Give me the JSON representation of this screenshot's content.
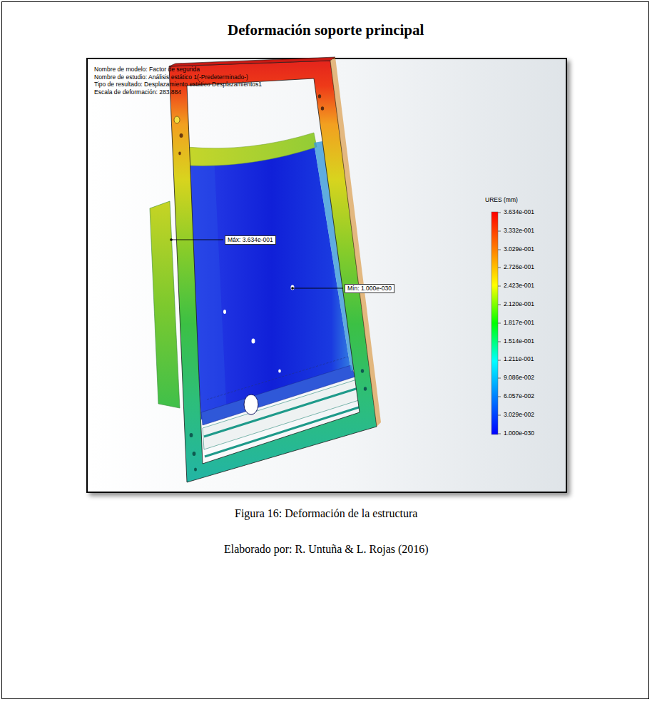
{
  "diagram": {
    "title": "Deformación soporte principal",
    "caption": "Figura 16: Deformación de la estructura",
    "nodes": [
      {
        "text": [
          "Máx: 3.634e-001"
        ]
      },
      {
        "text": [
          "Mín: 1.000e-030"
        ]
      }
    ],
    "labels": [
      "Nombre de modelo: Factor de segurida",
      "Nombre de estudio: Análisis estático 1(-Predeterminado-)",
      "Tipo de resultado: Desplazamiento estático Desplazamientos1",
      "Escala de deformación: 283.884",
      "URES (mm)",
      "3.634e-001",
      "3.332e-001",
      "3.029e-001",
      "2.726e-001",
      "2.423e-001",
      "2.120e-001",
      "1.817e-001",
      "1.514e-001",
      "1.211e-001",
      "9.086e-002",
      "6.057e-002",
      "3.029e-002",
      "1.000e-030",
      "Elaborado por: R. Untuña & L. Rojas (2016)"
    ]
  }
}
